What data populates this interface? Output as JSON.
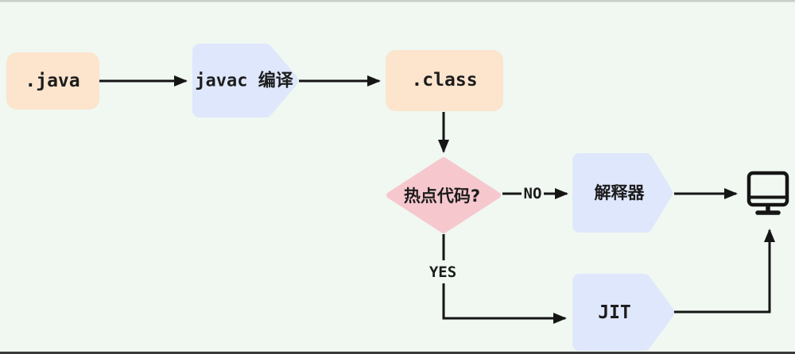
{
  "colors": {
    "canvas_bg": "#f0f8f1",
    "top_edge": "#c9cec9",
    "bottom_edge": "#3a3a3a",
    "peach_node": "#fce4cd",
    "lavender_node": "#dfe7fc",
    "pink_node": "#f6c8ce",
    "line": "#151515",
    "text_dark": "#1c1c1c"
  },
  "nodes": {
    "java_source": {
      "label": ".java"
    },
    "javac_compile": {
      "label": "javac 编译"
    },
    "class_file": {
      "label": ".class"
    },
    "hotspot_decision": {
      "label": "热点代码?"
    },
    "interpreter": {
      "label": "解释器"
    },
    "jit": {
      "label": "JIT"
    }
  },
  "edge_labels": {
    "no": "NO",
    "yes": "YES"
  },
  "icons": {
    "monitor": "monitor-icon"
  }
}
